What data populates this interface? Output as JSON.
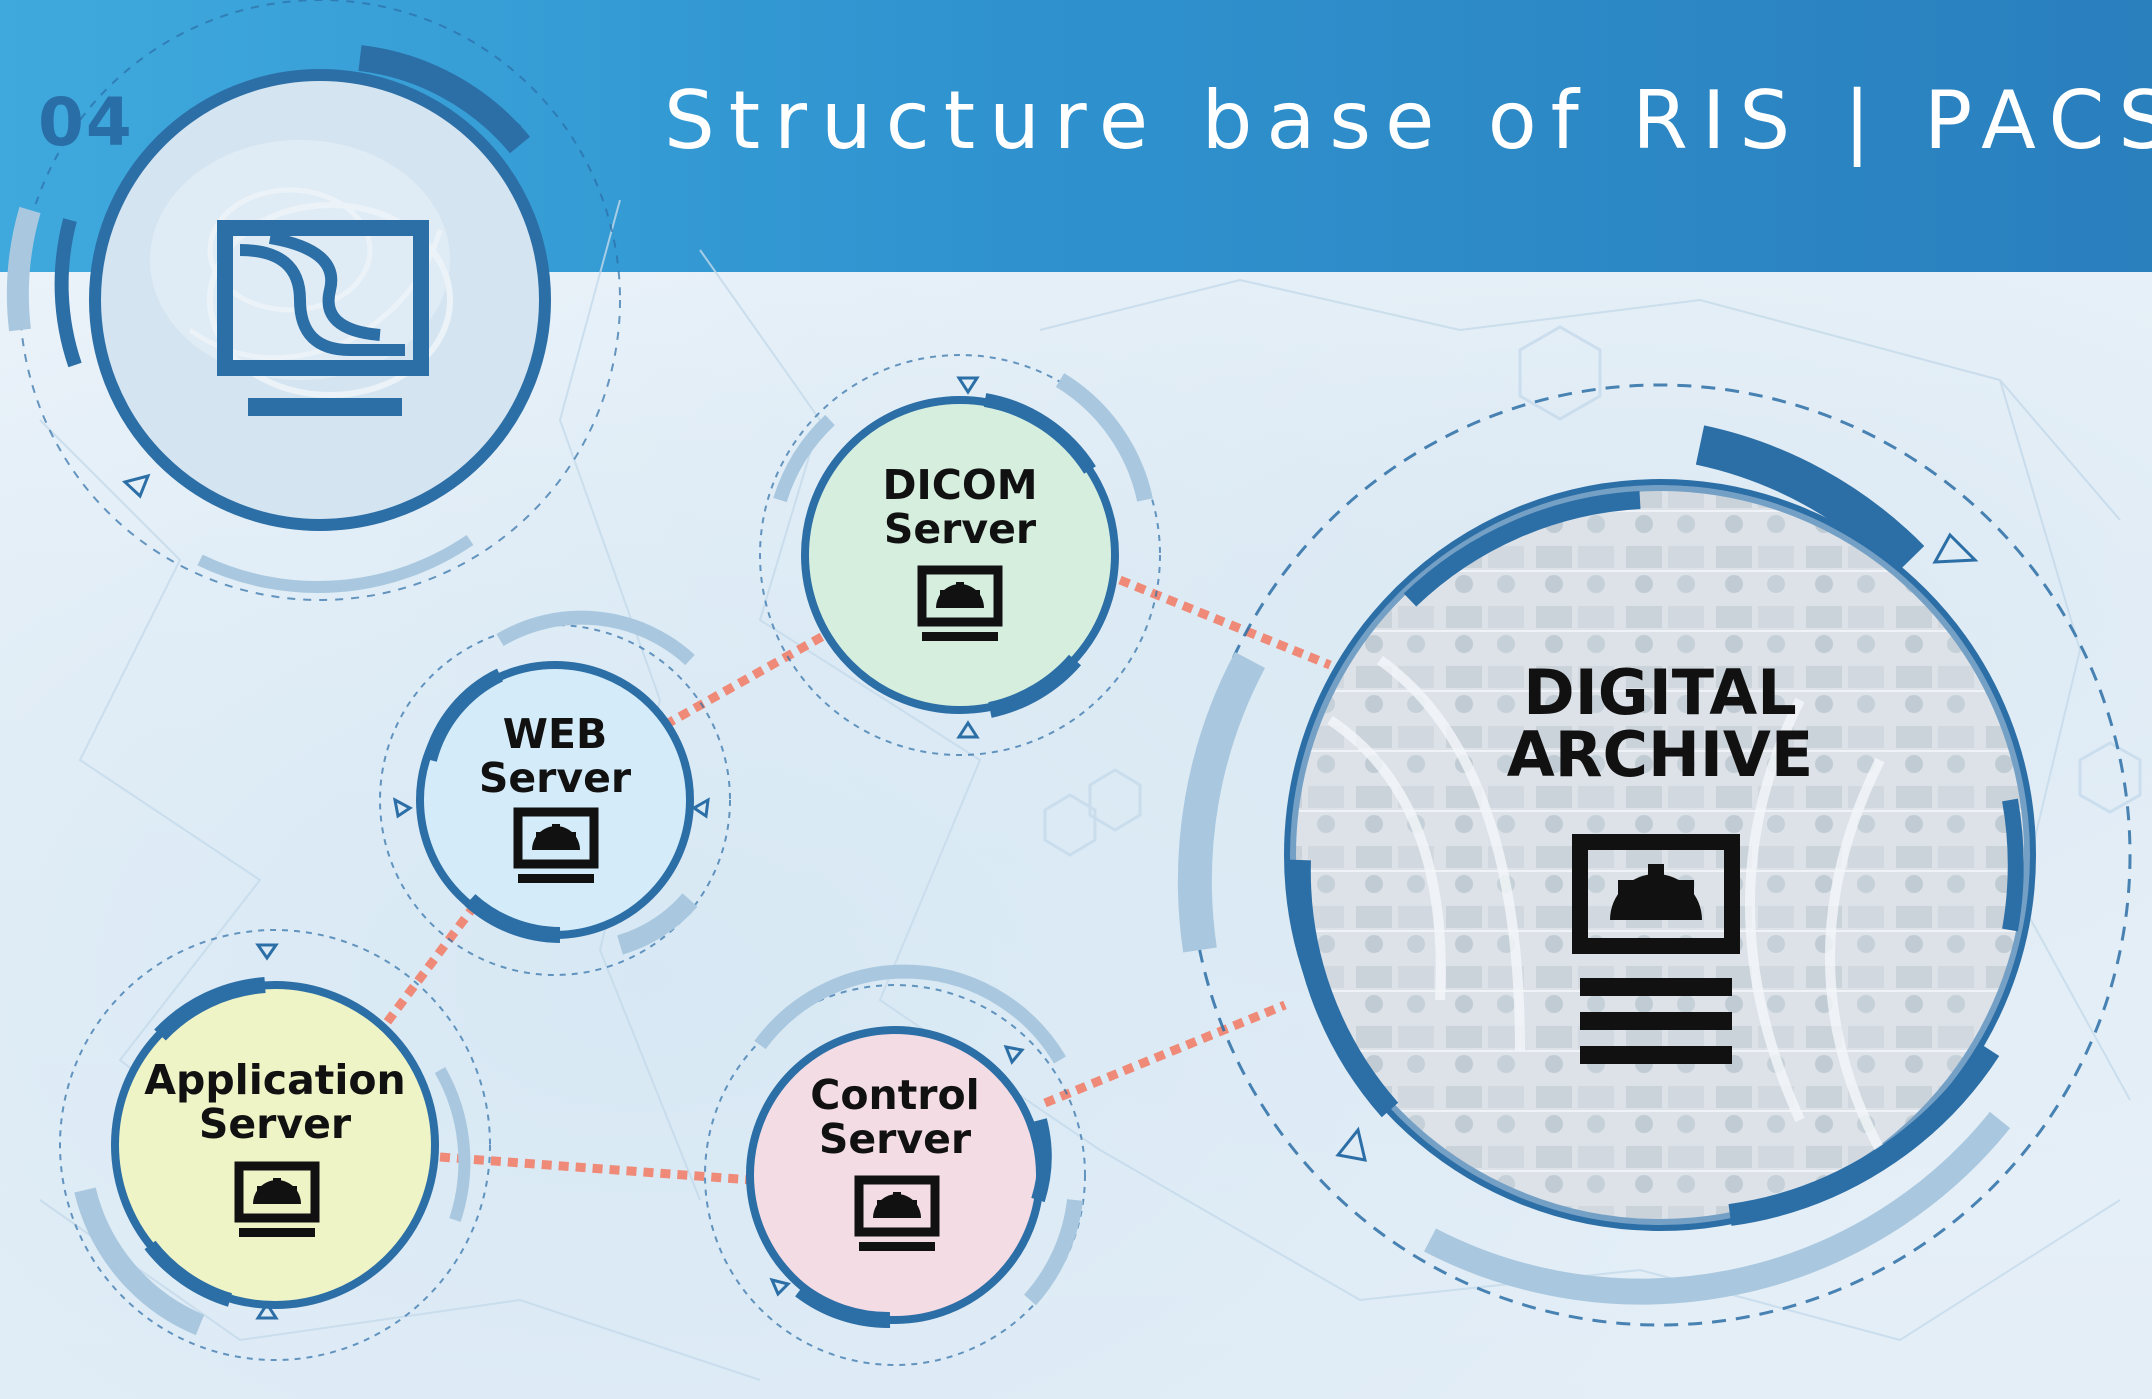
{
  "slide": {
    "number": "04",
    "title": "Structure base of RIS | PACS?"
  },
  "colors": {
    "header": "#2f93cf",
    "ring": "#2c6ea6",
    "ring_light": "#a9c8df",
    "link": "#ef8a78",
    "icon": "#111111"
  },
  "nodes": [
    {
      "id": "web",
      "lines": [
        "WEB",
        "Server"
      ],
      "fill": "#d4ecf9",
      "icon": "server-monitor-icon"
    },
    {
      "id": "dicom",
      "lines": [
        "DICOM",
        "Server"
      ],
      "fill": "#d6eede",
      "icon": "server-monitor-icon"
    },
    {
      "id": "application",
      "lines": [
        "Application",
        "Server"
      ],
      "fill": "#eef4c6",
      "icon": "server-monitor-icon"
    },
    {
      "id": "control",
      "lines": [
        "Control",
        "Server"
      ],
      "fill": "#f3dce4",
      "icon": "server-monitor-icon"
    },
    {
      "id": "archive",
      "lines": [
        "DIGITAL",
        "ARCHIVE"
      ],
      "fill": "#d9e2ea",
      "icon": "server-rack-icon"
    }
  ],
  "links": [
    [
      "web",
      "dicom"
    ],
    [
      "dicom",
      "archive"
    ],
    [
      "web",
      "application"
    ],
    [
      "application",
      "control"
    ],
    [
      "control",
      "archive"
    ]
  ],
  "emblem_icon": "medical-monitor-icon"
}
